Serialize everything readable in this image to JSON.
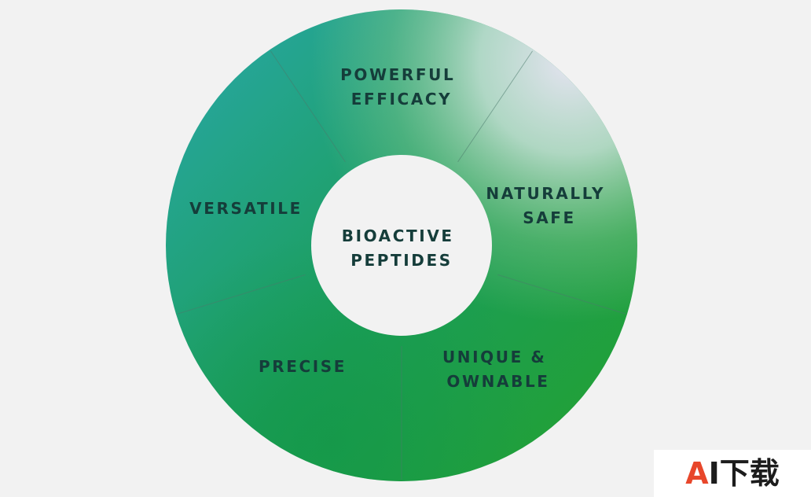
{
  "diagram": {
    "center": {
      "lines": [
        "BIOACTIVE",
        "PEPTIDES"
      ]
    },
    "segments": [
      {
        "id": "powerful-efficacy",
        "lines": [
          "POWERFUL",
          "EFFICACY"
        ]
      },
      {
        "id": "naturally-safe",
        "lines": [
          "NATURALLY",
          "SAFE"
        ]
      },
      {
        "id": "unique-ownable",
        "lines": [
          "UNIQUE &",
          "OWNABLE"
        ]
      },
      {
        "id": "precise",
        "lines": [
          "PRECISE"
        ]
      },
      {
        "id": "versatile",
        "lines": [
          "VERSATILE"
        ]
      }
    ],
    "colors": {
      "background": "#f2f2f2",
      "text": "#153d3a",
      "teal": "#27a79c",
      "green": "#169a45",
      "lavender": "#e1e1ee",
      "divider": "#4a7a6c"
    }
  },
  "watermark": {
    "text_a": "A",
    "text_rest": "I下载"
  }
}
